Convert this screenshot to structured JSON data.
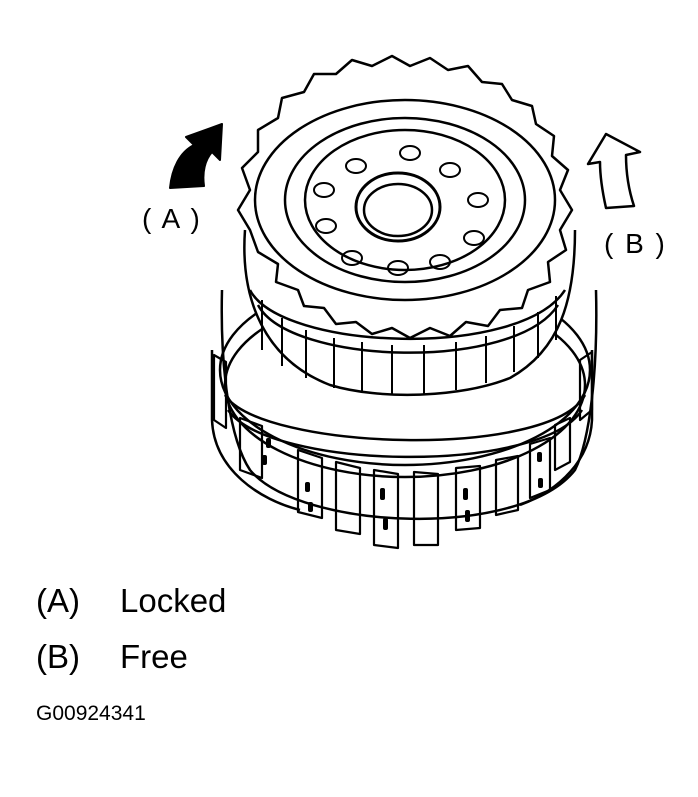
{
  "diagram": {
    "callouts": {
      "a": "( A )",
      "b": "( B )"
    },
    "legend": [
      {
        "key": "(A)",
        "text": "Locked"
      },
      {
        "key": "(B)",
        "text": "Free"
      }
    ],
    "figure_id": "G00924341",
    "colors": {
      "line": "#000000",
      "background": "#ffffff"
    }
  }
}
